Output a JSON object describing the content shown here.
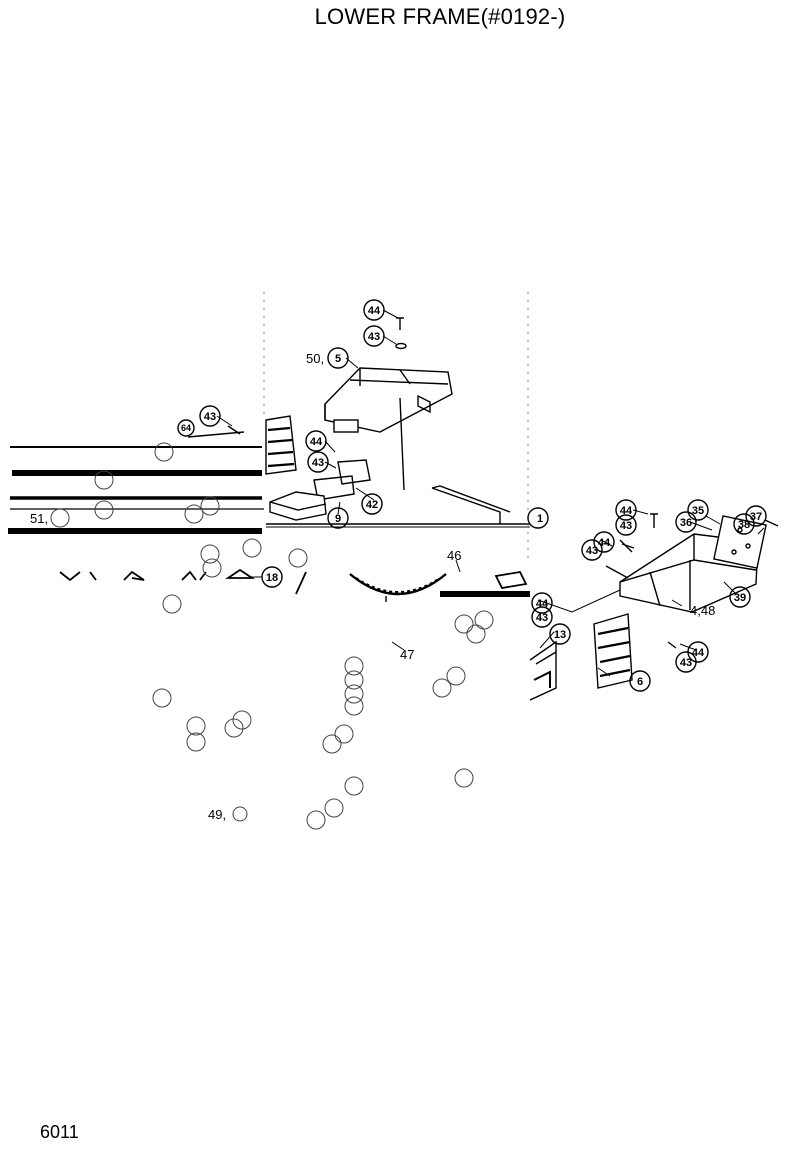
{
  "document": {
    "title": "LOWER FRAME(#0192-)",
    "page_number": "6011"
  },
  "callouts": {
    "c44a": "44",
    "c43a": "43",
    "c50_5": "50,",
    "c5": "5",
    "c43b": "43",
    "c64": "64",
    "c44b": "44",
    "c43c": "43",
    "c42": "42",
    "c9": "9",
    "c51": "51,",
    "c1": "1",
    "c18": "18",
    "c46": "46",
    "c44c": "44",
    "c43d": "43",
    "c47": "47",
    "c49": "49,",
    "c44d": "44",
    "c43e": "43",
    "c35": "35",
    "c36": "36",
    "c37": "37",
    "c38": "38",
    "c44e": "44",
    "c43f": "43",
    "c39": "39",
    "c4_48": "4,48",
    "c13": "13",
    "c6": "6",
    "c43g": "43",
    "c44f": "44"
  }
}
